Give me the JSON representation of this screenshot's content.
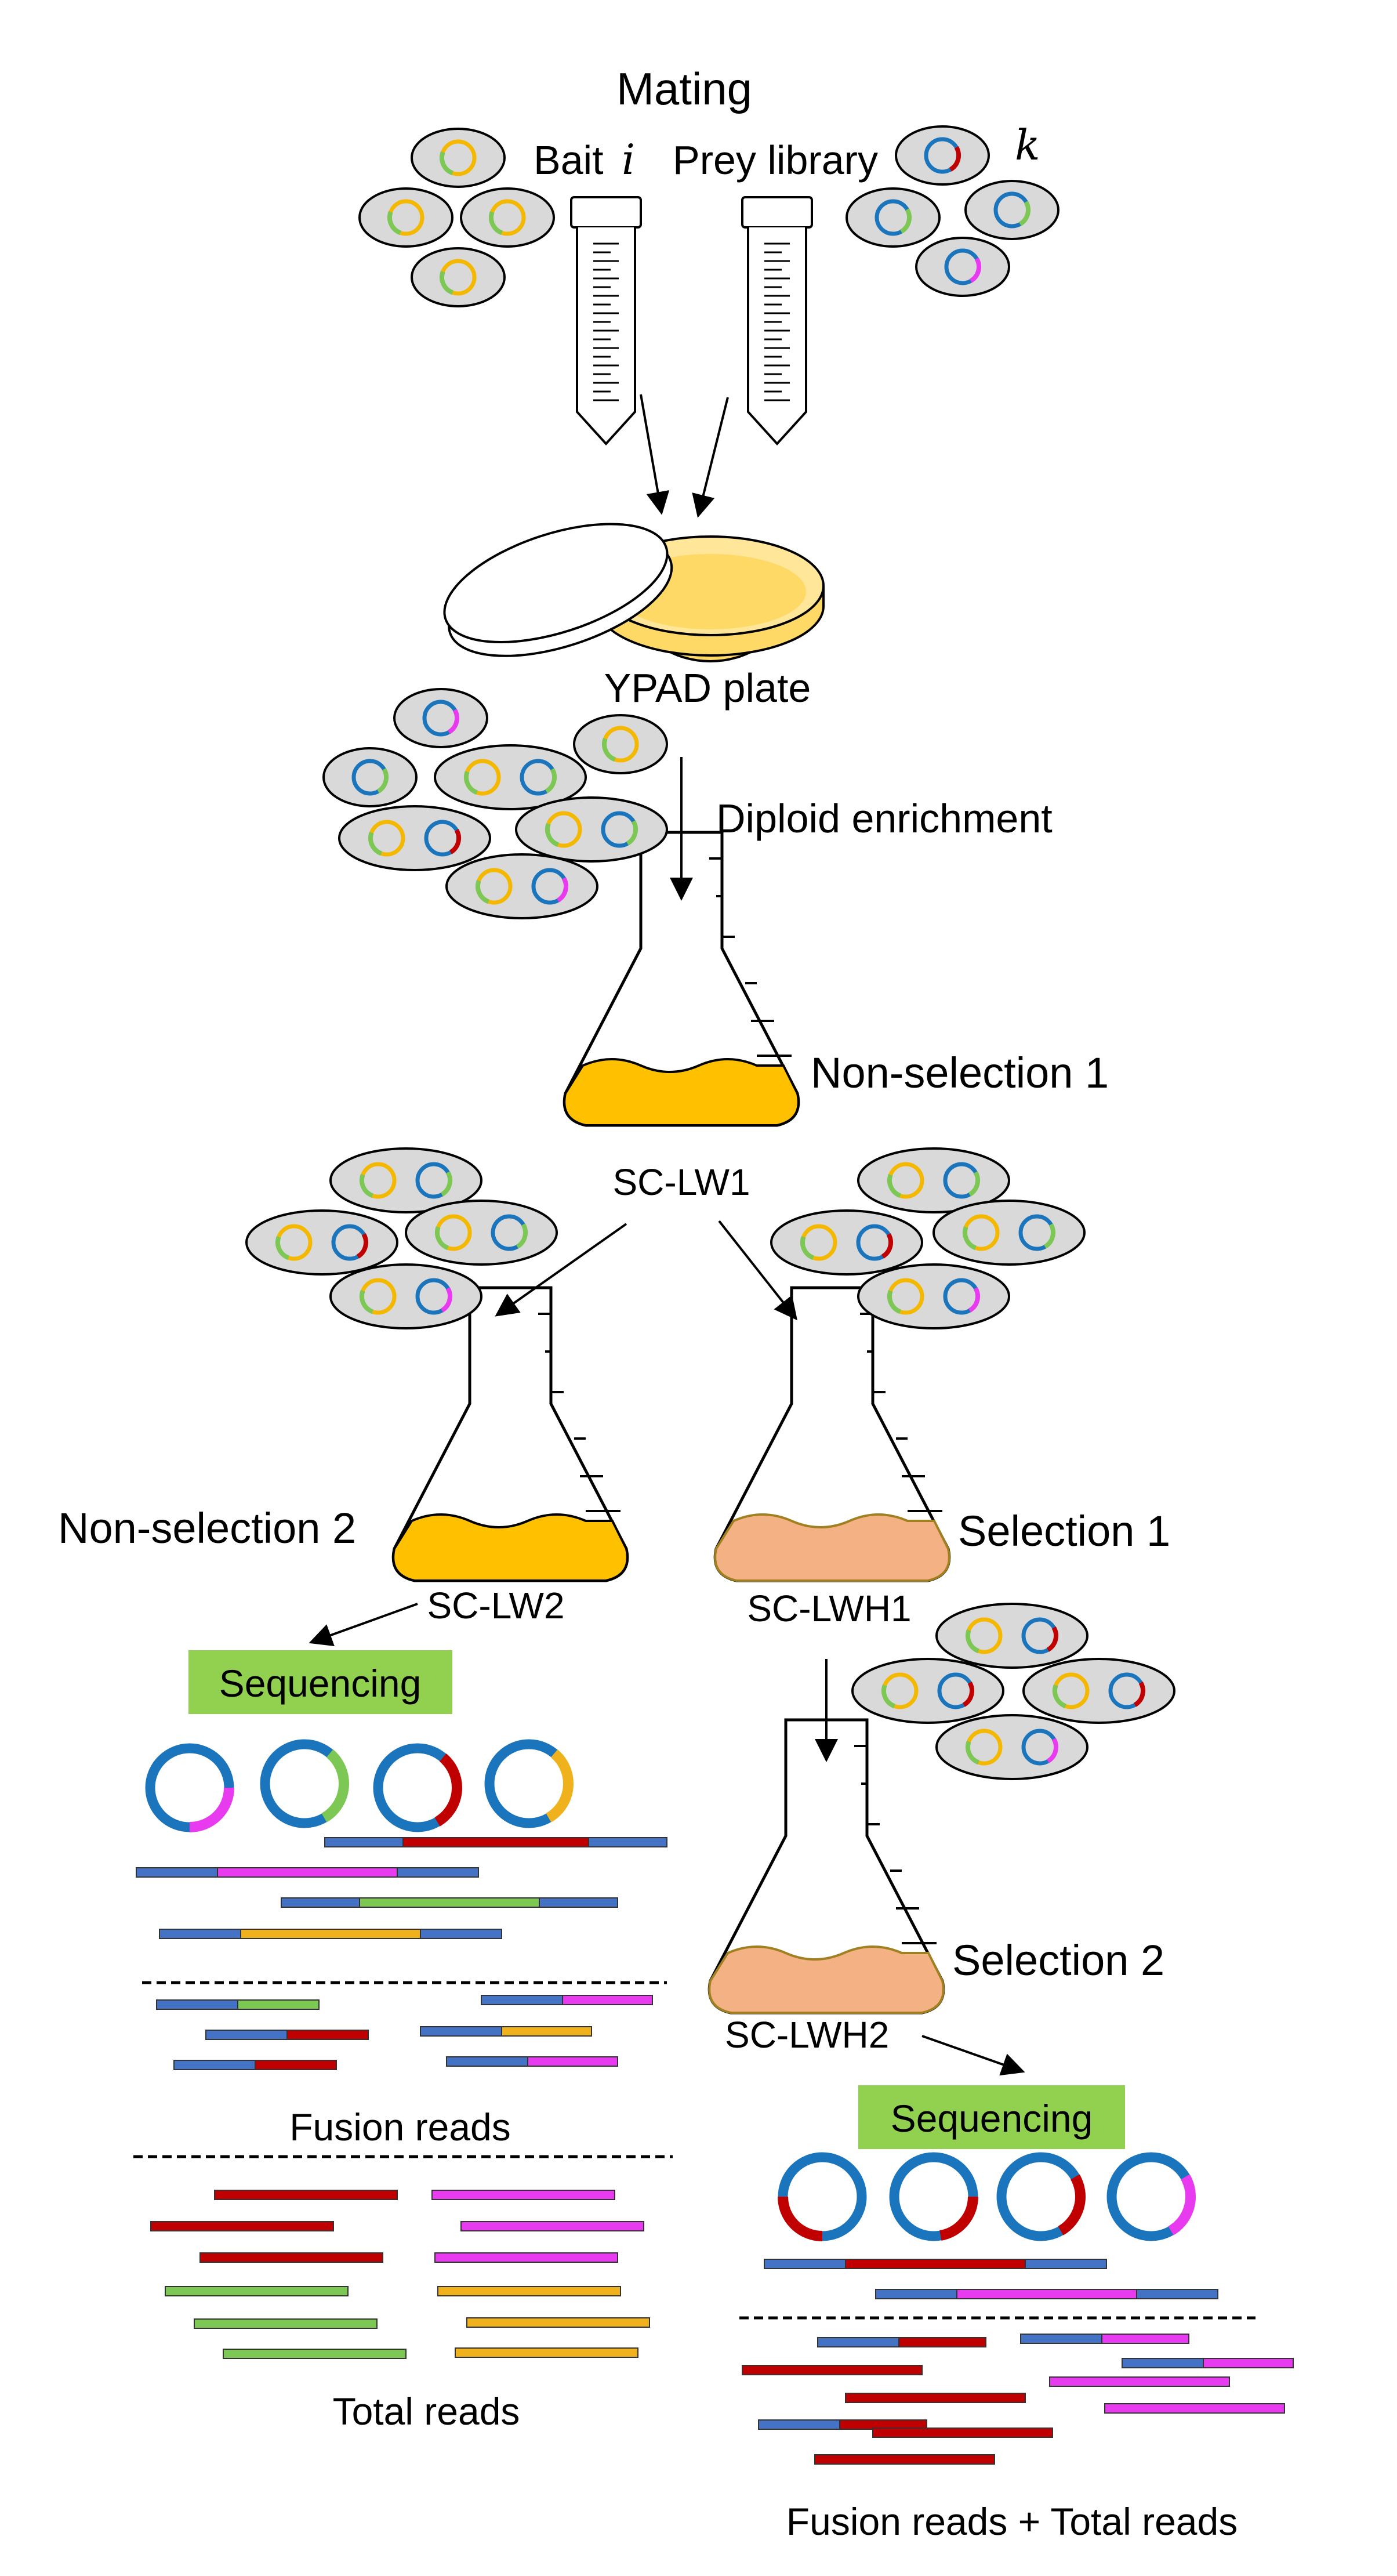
{
  "colors": {
    "bait_plasmid": "#F5B800",
    "prey_plasmid": "#1B75BC",
    "insert_red": "#C00000",
    "insert_magenta": "#E83BEF",
    "insert_green": "#7DC855",
    "insert_orange": "#F0B21C",
    "cell_fill": "#D9D9D9",
    "nonselection_medium": "#FFC000",
    "selection_medium": "#F4B183",
    "sequencing_box": "#92D050",
    "read_prey": "#4472C4"
  },
  "labels": {
    "mating": "Mating",
    "bait": "Bait",
    "bait_var": "i",
    "prey_library": "Prey library",
    "prey_var": "k",
    "ypad_plate": "YPAD plate",
    "diploid_enrichment": "Diploid enrichment",
    "non_selection_1": "Non-selection 1",
    "sc_lw1": "SC-LW1",
    "non_selection_2": "Non-selection 2",
    "sc_lw2": "SC-LW2",
    "selection_1": "Selection 1",
    "sc_lwh1": "SC-LWH1",
    "selection_2": "Selection 2",
    "sc_lwh2": "SC-LWH2",
    "sequencing_left": "Sequencing",
    "sequencing_right": "Sequencing",
    "fusion_reads": "Fusion reads",
    "total_reads": "Total reads",
    "fusion_plus_total": "Fusion reads + Total reads"
  },
  "icons": [
    "yeast-cell-icon",
    "plasmid-icon",
    "culture-tube-icon",
    "petri-dish-icon",
    "erlenmeyer-flask-icon",
    "sequencing-read-icon"
  ]
}
